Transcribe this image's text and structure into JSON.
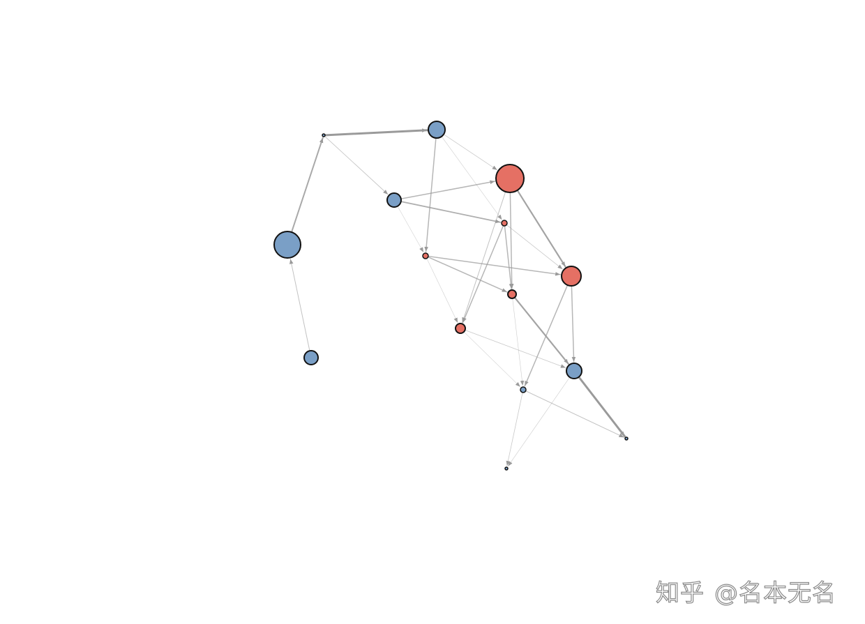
{
  "colors": {
    "blue": "#7a9fc6",
    "red": "#e57064",
    "edge": "#9a9a9a",
    "outline": "#111111",
    "background": "#ffffff"
  },
  "graph": {
    "nodes": [
      {
        "id": "n1",
        "group": "blue",
        "size": 2
      },
      {
        "id": "n2",
        "group": "blue",
        "size": 12
      },
      {
        "id": "n3",
        "group": "blue",
        "size": 10
      },
      {
        "id": "n4",
        "group": "blue",
        "size": 19
      },
      {
        "id": "n5",
        "group": "blue",
        "size": 10
      },
      {
        "id": "n6",
        "group": "red",
        "size": 20
      },
      {
        "id": "n7",
        "group": "red",
        "size": 4
      },
      {
        "id": "n8",
        "group": "red",
        "size": 4
      },
      {
        "id": "n9",
        "group": "red",
        "size": 14
      },
      {
        "id": "n10",
        "group": "red",
        "size": 6
      },
      {
        "id": "n11",
        "group": "red",
        "size": 7
      },
      {
        "id": "n12",
        "group": "blue",
        "size": 11
      },
      {
        "id": "n13",
        "group": "blue",
        "size": 4
      },
      {
        "id": "n14",
        "group": "blue",
        "size": 2
      },
      {
        "id": "n15",
        "group": "blue",
        "size": 2
      }
    ],
    "edges": [
      {
        "from": "n1",
        "to": "n2",
        "weight": 3.0
      },
      {
        "from": "n4",
        "to": "n1",
        "weight": 2.0
      },
      {
        "from": "n5",
        "to": "n4",
        "weight": 1.0
      },
      {
        "from": "n1",
        "to": "n3",
        "weight": 0.9
      },
      {
        "from": "n2",
        "to": "n6",
        "weight": 0.8
      },
      {
        "from": "n2",
        "to": "n8",
        "weight": 1.5
      },
      {
        "from": "n2",
        "to": "n7",
        "weight": 0.4
      },
      {
        "from": "n3",
        "to": "n6",
        "weight": 1.5
      },
      {
        "from": "n3",
        "to": "n7",
        "weight": 1.8
      },
      {
        "from": "n3",
        "to": "n8",
        "weight": 0.4
      },
      {
        "from": "n6",
        "to": "n9",
        "weight": 2.2
      },
      {
        "from": "n6",
        "to": "n10",
        "weight": 1.5
      },
      {
        "from": "n6",
        "to": "n11",
        "weight": 1.0
      },
      {
        "from": "n7",
        "to": "n10",
        "weight": 1.5
      },
      {
        "from": "n7",
        "to": "n11",
        "weight": 1.5
      },
      {
        "from": "n7",
        "to": "n9",
        "weight": 0.8
      },
      {
        "from": "n8",
        "to": "n9",
        "weight": 1.5
      },
      {
        "from": "n8",
        "to": "n10",
        "weight": 1.5
      },
      {
        "from": "n8",
        "to": "n11",
        "weight": 0.5
      },
      {
        "from": "n9",
        "to": "n12",
        "weight": 1.5
      },
      {
        "from": "n9",
        "to": "n13",
        "weight": 1.5
      },
      {
        "from": "n10",
        "to": "n12",
        "weight": 2.2
      },
      {
        "from": "n10",
        "to": "n13",
        "weight": 0.6
      },
      {
        "from": "n11",
        "to": "n12",
        "weight": 0.8
      },
      {
        "from": "n11",
        "to": "n13",
        "weight": 0.4
      },
      {
        "from": "n12",
        "to": "n15",
        "weight": 3.0
      },
      {
        "from": "n12",
        "to": "n14",
        "weight": 0.6
      },
      {
        "from": "n13",
        "to": "n15",
        "weight": 1.0
      },
      {
        "from": "n13",
        "to": "n14",
        "weight": 0.8
      }
    ]
  },
  "watermark": {
    "site": "知乎",
    "author": "@名本无名"
  }
}
